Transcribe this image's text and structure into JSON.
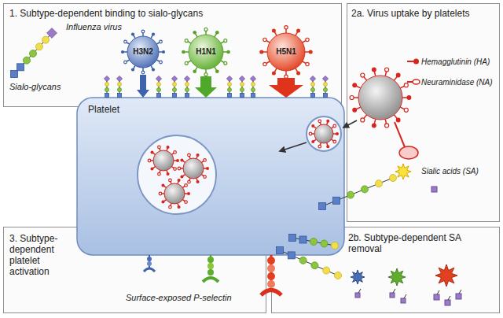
{
  "diagram": {
    "nodes": [
      {
        "text": [
          "1. Subtype-dependent binding to sialo-glycans"
        ]
      },
      {
        "text": [
          "H3N2"
        ],
        "in": 0
      },
      {
        "text": [
          "H1N1"
        ],
        "in": 0
      },
      {
        "text": [
          "H5N1"
        ],
        "in": 0
      },
      {
        "text": [
          "Platelet"
        ]
      },
      {
        "text": [
          "2a. Virus uptake by platelets"
        ]
      },
      {
        "text": [
          "2b. Subtype-dependent SA removal"
        ]
      },
      {
        "text": [
          "3. Subtype-dependent platelet activation"
        ]
      }
    ],
    "edges": [
      {
        "from": 1,
        "to": 4,
        "arrow": "to"
      },
      {
        "from": 2,
        "to": 4,
        "arrow": "to"
      },
      {
        "from": 3,
        "to": 4,
        "arrow": "to"
      }
    ],
    "labels": [
      "Influenza virus",
      "Sialo-glycans",
      "Hemagglutinin (HA)",
      "Neuraminidase (NA)",
      "Sialic acids (SA)",
      "Surface-exposed P-selectin"
    ]
  }
}
